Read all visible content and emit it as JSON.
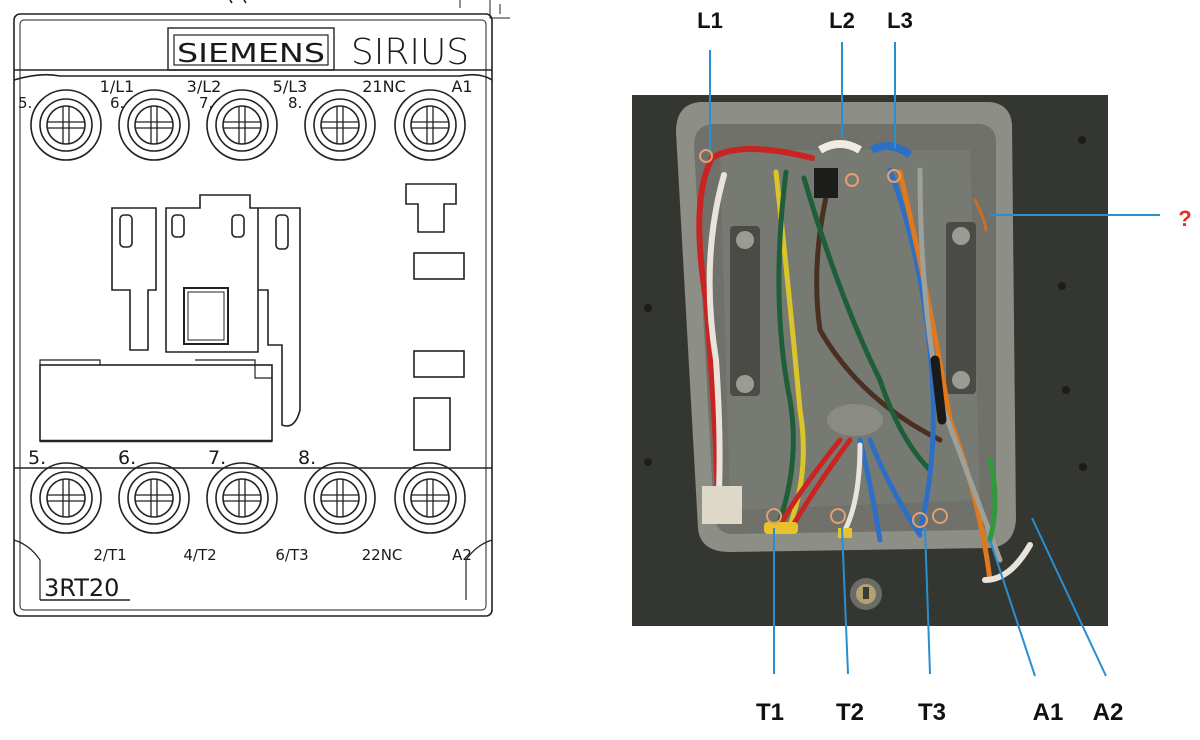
{
  "diagram": {
    "drawing": {
      "brand": "SIEMENS",
      "product": "SIRIUS",
      "model": "3RT20",
      "top_terminals": [
        "1/L1",
        "3/L2",
        "5/L3",
        "21NC",
        "A1"
      ],
      "top_aux_numbers": [
        "5.",
        "6.",
        "7.",
        "8."
      ],
      "bottom_aux_numbers": [
        "5.",
        "6.",
        "7.",
        "8."
      ],
      "bottom_terminals": [
        "2/T1",
        "4/T2",
        "6/T3",
        "22NC",
        "A2"
      ]
    },
    "photo": {
      "callouts_top": [
        "L1",
        "L2",
        "L3"
      ],
      "callout_question": "?",
      "callouts_bottom": [
        "T1",
        "T2",
        "T3",
        "A1",
        "A2"
      ]
    },
    "colors": {
      "callout_line": "#2a8fd0",
      "question_mark": "#e0302a",
      "housing_grey": "#8d8f86",
      "background_dark": "#2f302c"
    }
  }
}
